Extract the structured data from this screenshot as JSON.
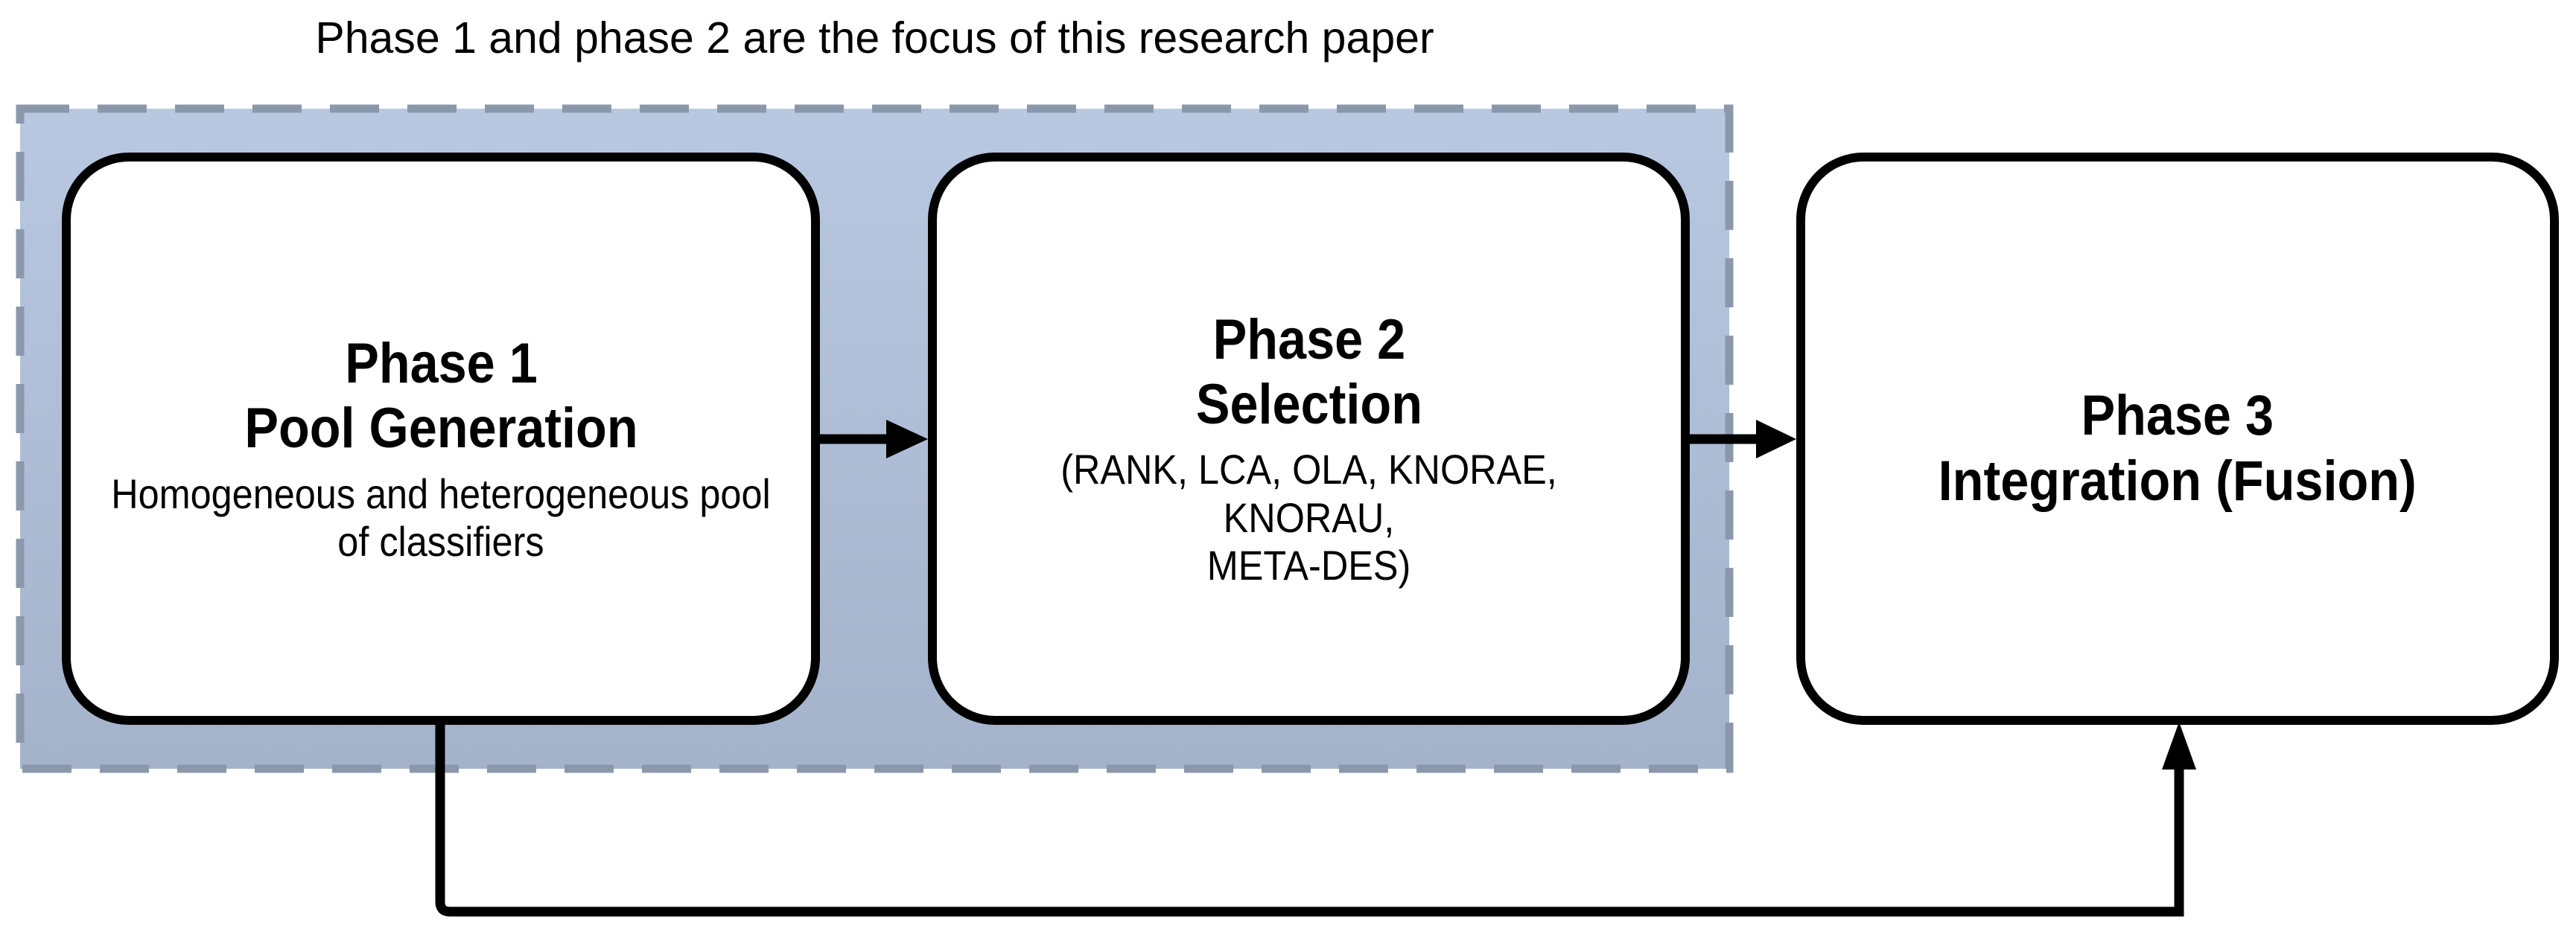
{
  "caption": "Phase 1 and phase 2 are the focus of this research paper",
  "focus_region": {
    "description": "dashed rectangle grouping phase 1 and phase 2",
    "fill_top": "#b9c8e1",
    "fill_bottom": "#a4b2ca",
    "border_color": "#8b98ac"
  },
  "boxes": [
    {
      "id": "phase-1",
      "title": "Phase 1\nPool Generation",
      "subtitle": "Homogeneous and heterogeneous pool\nof classifiers"
    },
    {
      "id": "phase-2",
      "title": "Phase 2\nSelection",
      "subtitle": "(RANK, LCA, OLA, KNORAE, KNORAU,\nMETA-DES)"
    },
    {
      "id": "phase-3",
      "title": "Phase 3\nIntegration (Fusion)",
      "subtitle": ""
    }
  ],
  "connectors": [
    {
      "id": "arrow-phase1-phase2",
      "from": "phase-1",
      "to": "phase-2"
    },
    {
      "id": "arrow-phase2-phase3",
      "from": "phase-2",
      "to": "phase-3"
    },
    {
      "id": "bypass-arrow-phase1-phase3",
      "from": "phase-1",
      "to": "phase-3"
    }
  ],
  "colors": {
    "box_fill": "#ffffff",
    "box_border": "#000000",
    "arrow": "#000000",
    "text": "#000000",
    "background": "#ffffff"
  }
}
